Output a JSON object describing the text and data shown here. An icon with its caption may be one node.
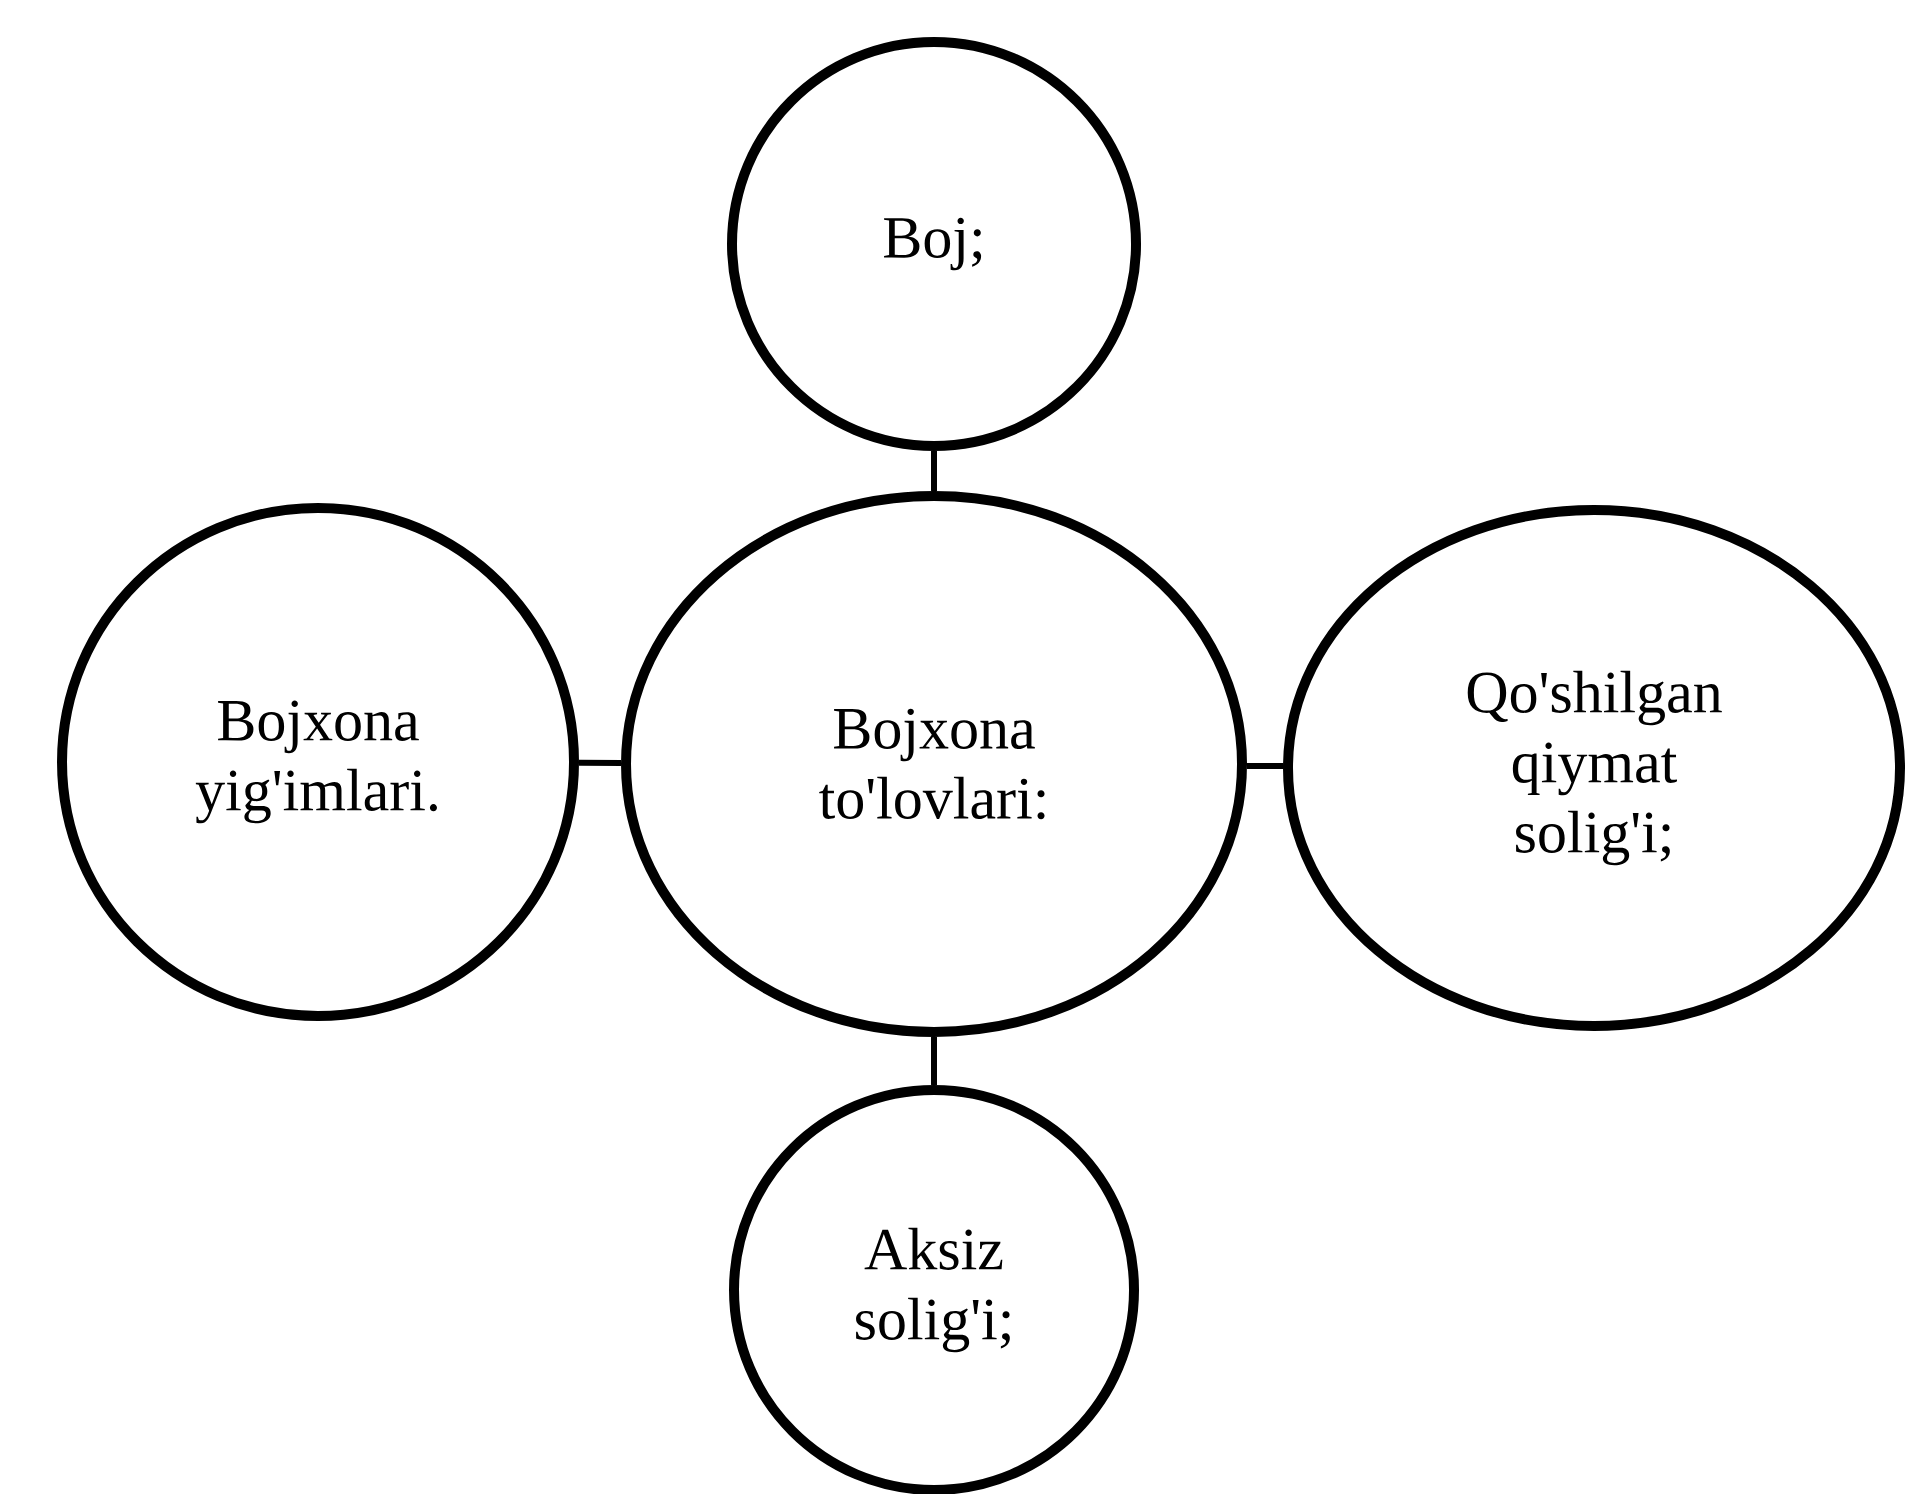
{
  "diagram": {
    "nodes": [
      {
        "text": [
          "Boj;"
        ]
      },
      {
        "text": [
          "Bojxona yig'imlari."
        ]
      },
      {
        "text": [
          "Bojxona to'lovlari:"
        ]
      },
      {
        "text": [
          "Qo'shilgan qiymat solig'i;"
        ]
      },
      {
        "text": [
          "Aksiz solig'i;"
        ]
      }
    ],
    "edges": [
      {
        "from": 2,
        "to": 0,
        "arrow": "none"
      },
      {
        "from": 2,
        "to": 1,
        "arrow": "none"
      },
      {
        "from": 2,
        "to": 3,
        "arrow": "none"
      },
      {
        "from": 2,
        "to": 4,
        "arrow": "none"
      }
    ]
  }
}
